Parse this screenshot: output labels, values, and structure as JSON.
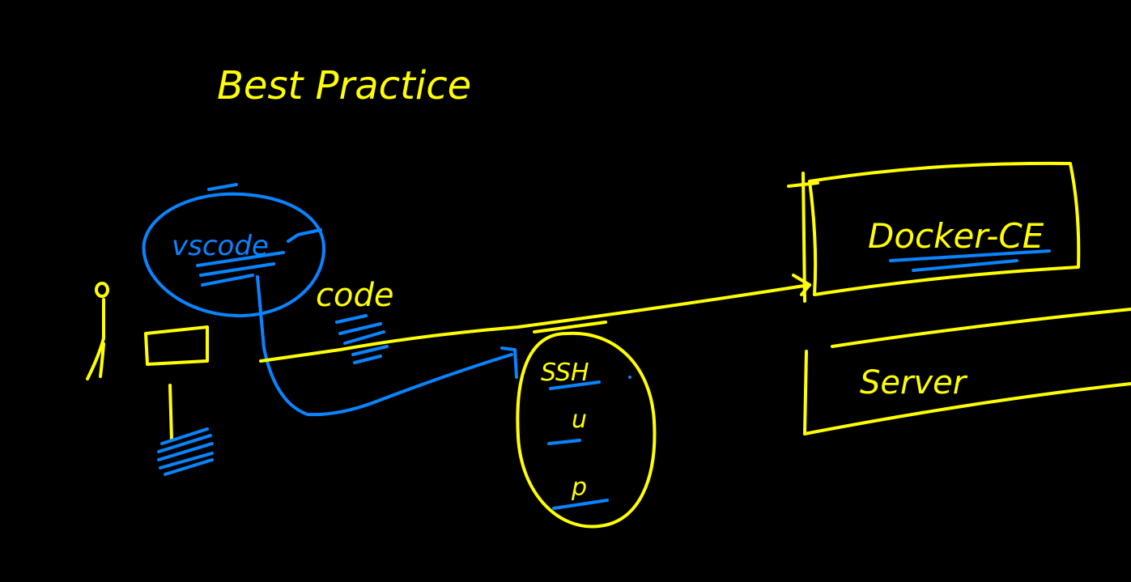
{
  "colors": {
    "background": "#000000",
    "yellow": "#ffff00",
    "blue": "#0a84ff"
  },
  "heading": "Best Practice",
  "labels": {
    "vscode": "vscode",
    "code": "code",
    "docker": "Docker-CE",
    "server": "Server",
    "ssh": "SSH",
    "user": "u",
    "password": "p"
  }
}
